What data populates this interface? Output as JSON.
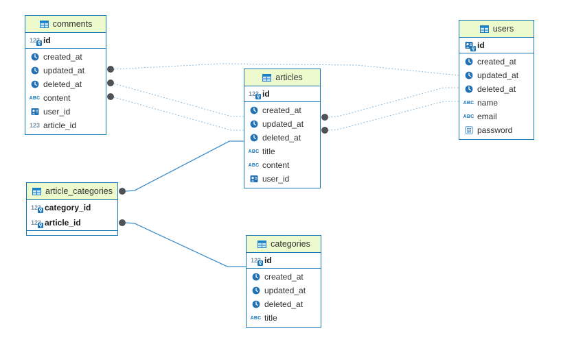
{
  "diagram": {
    "type": "entity-relationship",
    "tables": [
      {
        "name": "comments",
        "header_icon": "table-icon",
        "columns": [
          {
            "name": "id",
            "icon": "integer-key-icon",
            "pk": true
          },
          {
            "name": "created_at",
            "icon": "clock-icon",
            "pk": false
          },
          {
            "name": "updated_at",
            "icon": "clock-icon",
            "pk": false
          },
          {
            "name": "deleted_at",
            "icon": "clock-icon",
            "pk": false
          },
          {
            "name": "content",
            "icon": "text-icon",
            "pk": false
          },
          {
            "name": "user_id",
            "icon": "user-ref-icon",
            "pk": false
          },
          {
            "name": "article_id",
            "icon": "integer-icon",
            "pk": false
          }
        ]
      },
      {
        "name": "users",
        "header_icon": "table-icon",
        "columns": [
          {
            "name": "id",
            "icon": "user-key-icon",
            "pk": true
          },
          {
            "name": "created_at",
            "icon": "clock-icon",
            "pk": false
          },
          {
            "name": "updated_at",
            "icon": "clock-icon",
            "pk": false
          },
          {
            "name": "deleted_at",
            "icon": "clock-icon",
            "pk": false
          },
          {
            "name": "name",
            "icon": "text-icon",
            "pk": false
          },
          {
            "name": "email",
            "icon": "text-icon",
            "pk": false
          },
          {
            "name": "password",
            "icon": "password-icon",
            "pk": false
          }
        ]
      },
      {
        "name": "articles",
        "header_icon": "table-icon",
        "columns": [
          {
            "name": "id",
            "icon": "integer-key-icon",
            "pk": true
          },
          {
            "name": "created_at",
            "icon": "clock-icon",
            "pk": false
          },
          {
            "name": "updated_at",
            "icon": "clock-icon",
            "pk": false
          },
          {
            "name": "deleted_at",
            "icon": "clock-icon",
            "pk": false
          },
          {
            "name": "title",
            "icon": "text-icon",
            "pk": false
          },
          {
            "name": "content",
            "icon": "text-icon",
            "pk": false
          },
          {
            "name": "user_id",
            "icon": "user-ref-icon",
            "pk": false
          }
        ]
      },
      {
        "name": "article_categories",
        "header_icon": "table-icon",
        "columns": [
          {
            "name": "category_id",
            "icon": "integer-key-icon",
            "pk": true
          },
          {
            "name": "article_id",
            "icon": "integer-key-icon",
            "pk": true
          }
        ]
      },
      {
        "name": "categories",
        "header_icon": "table-icon",
        "columns": [
          {
            "name": "id",
            "icon": "integer-key-icon",
            "pk": true
          },
          {
            "name": "created_at",
            "icon": "clock-icon",
            "pk": false
          },
          {
            "name": "updated_at",
            "icon": "clock-icon",
            "pk": false
          },
          {
            "name": "deleted_at",
            "icon": "clock-icon",
            "pk": false
          },
          {
            "name": "title",
            "icon": "text-icon",
            "pk": false
          }
        ]
      }
    ],
    "relationships": [
      {
        "from": "comments",
        "to": "users",
        "style": "dotted"
      },
      {
        "from": "comments",
        "to": "articles",
        "style": "dotted"
      },
      {
        "from": "comments",
        "to": "articles",
        "style": "dotted"
      },
      {
        "from": "articles",
        "to": "users",
        "style": "dotted"
      },
      {
        "from": "articles",
        "to": "users",
        "style": "dotted"
      },
      {
        "from": "article_categories",
        "to": "articles",
        "style": "solid"
      },
      {
        "from": "article_categories",
        "to": "categories",
        "style": "solid"
      }
    ],
    "colors": {
      "table_border": "#1475b4",
      "header_background": "#edfacd",
      "row_text": "#2e2e2e",
      "dotted_line": "#8cb8da",
      "solid_line": "#3d8cc9",
      "endpoint_dot": "#4f5357",
      "icon_blue": "#2371b2",
      "number_icon_gray_blue": "#7591a8",
      "text_icon_blue": "#1273b8"
    }
  }
}
